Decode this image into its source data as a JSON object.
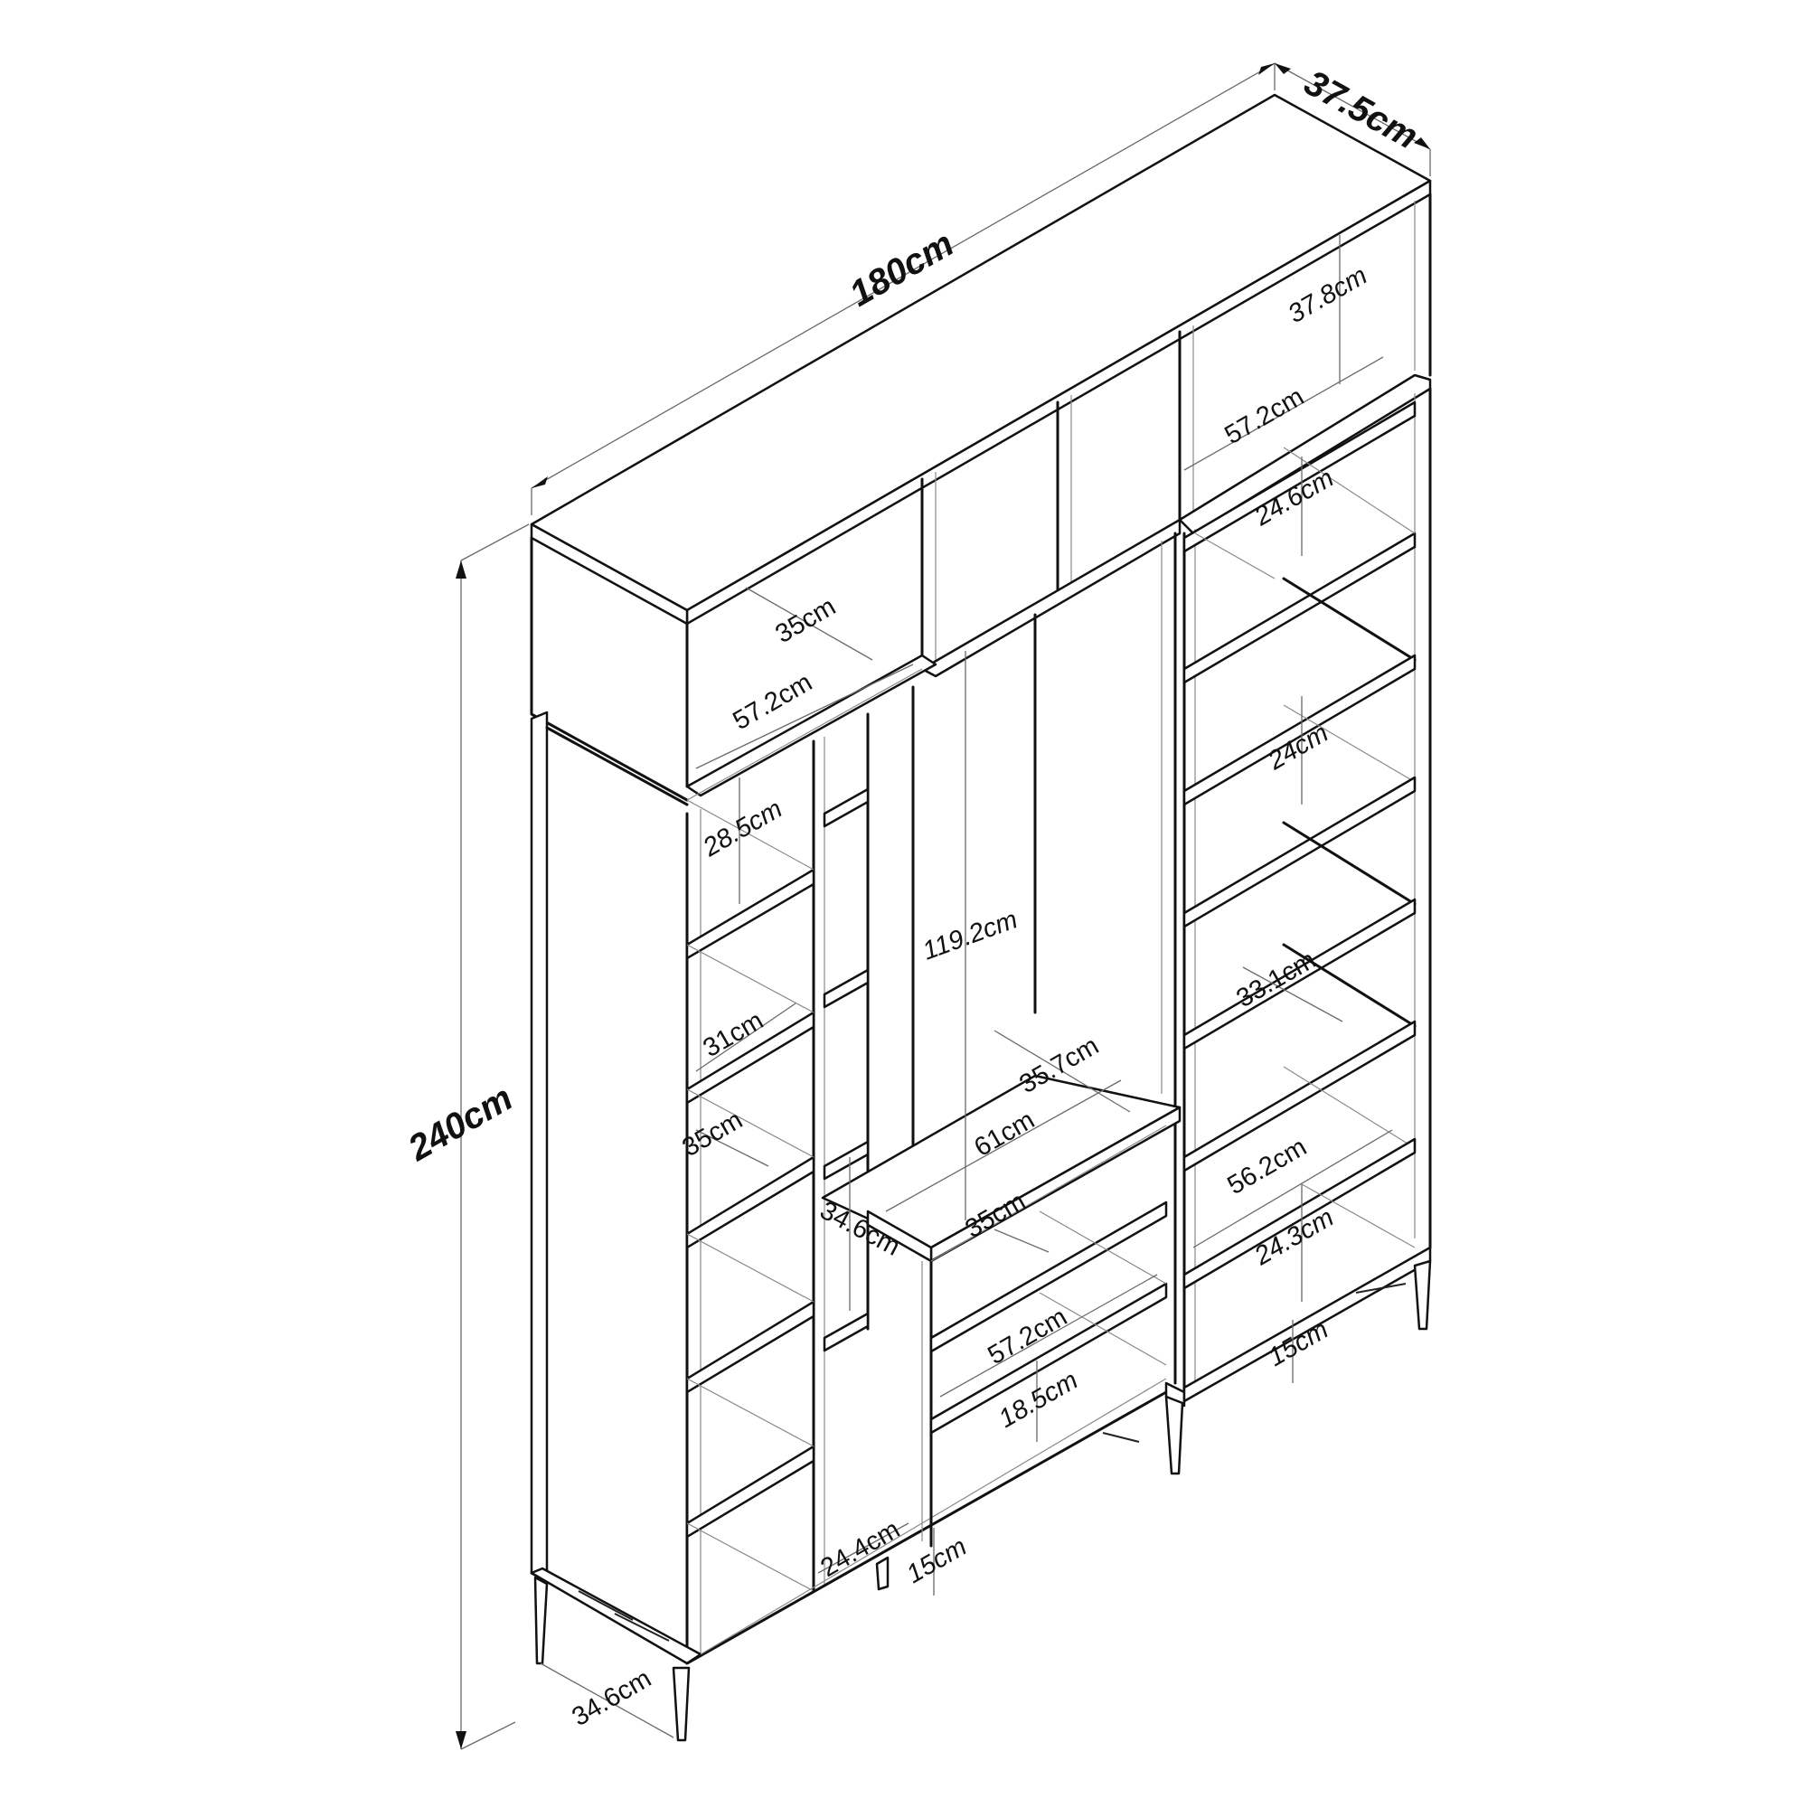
{
  "diagram": {
    "title": "Bookcase / shelving unit dimension drawing",
    "colors": {
      "line": "#111111",
      "dimension_line": "#6a6a6a",
      "background": "#ffffff"
    },
    "overall": {
      "width": "180cm",
      "depth": "37.5cm",
      "height": "240cm"
    },
    "top_right_module": {
      "compartment_height": "37.8cm",
      "width": "57.2cm"
    },
    "top_left_module": {
      "depth": "35cm",
      "width": "57.2cm"
    },
    "right_tower": {
      "shelf_gap_1": "24.6cm",
      "shelf_gap_2": "24cm",
      "shelf_depth": "33.1cm",
      "inner_width": "56.2cm",
      "bottom_gap": "24.3cm",
      "leg_height": "15cm"
    },
    "left_tower": {
      "shelf_gap_top": "28.5cm",
      "shelf_width": "31cm",
      "shelf_depth": "35cm",
      "inner_height": "34.6cm",
      "bottom_width": "24.4cm",
      "leg_depth": "34.6cm"
    },
    "center_module": {
      "hanging_height": "119.2cm",
      "depth": "35.7cm",
      "width": "61cm",
      "shelf_depth": "35cm",
      "shelf_width": "57.2cm",
      "bottom_gap": "18.5cm",
      "leg_height": "15cm"
    }
  }
}
